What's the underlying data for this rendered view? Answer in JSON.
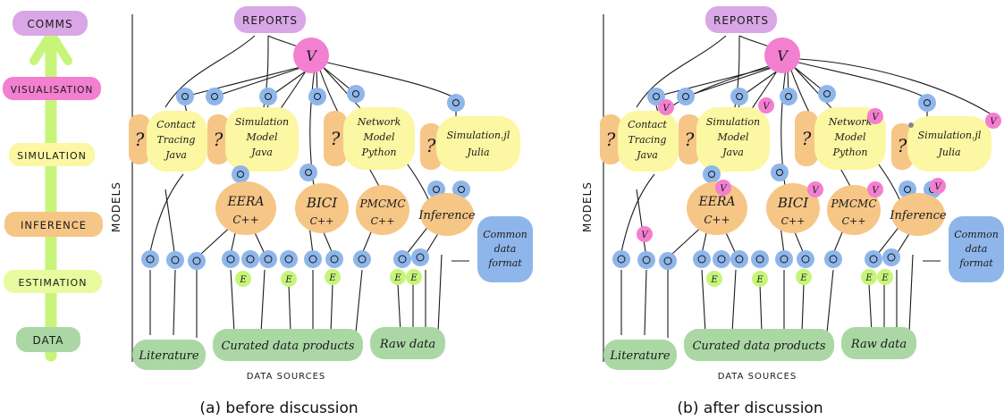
{
  "legend": {
    "levels": [
      "COMMS",
      "VISUALISATION",
      "SIMULATION",
      "INFERENCE",
      "ESTIMATION",
      "DATA"
    ],
    "colors": [
      "#d9a6e6",
      "#f37fd0",
      "#fbf7a2",
      "#f6c687",
      "#e9fb9f",
      "#abd7a5"
    ],
    "arrow_color": "#c6f57a"
  },
  "panels": [
    {
      "caption": "(a) before discussion",
      "reports": "REPORTS",
      "vis_hub": "V",
      "models_label": "MODELS",
      "sim_models": [
        {
          "lines": [
            "Contact",
            "Tracing",
            "Java"
          ]
        },
        {
          "lines": [
            "Simulation",
            "Model",
            "Java"
          ]
        },
        {
          "lines": [
            "Network",
            "Model",
            "Python"
          ]
        },
        {
          "lines": [
            "Simulation.jl",
            "Julia"
          ]
        }
      ],
      "unknown_marker": "?",
      "inference_models": [
        {
          "lines": [
            "EERA",
            "C++"
          ]
        },
        {
          "lines": [
            "BICI",
            "C++"
          ]
        },
        {
          "lines": [
            "PMCMC",
            "C++"
          ]
        },
        {
          "lines": [
            "Inference"
          ]
        }
      ],
      "common_format": [
        "Common",
        "data",
        "format"
      ],
      "estimation_marker": "E",
      "sources": [
        "Literature",
        "Curated data products",
        "Raw data"
      ],
      "sources_label": "DATA SOURCES",
      "extra_vis": []
    },
    {
      "caption": "(b) after discussion",
      "reports": "REPORTS",
      "vis_hub": "V",
      "models_label": "MODELS",
      "sim_models": [
        {
          "lines": [
            "Contact",
            "Tracing",
            "Java"
          ]
        },
        {
          "lines": [
            "Simulation",
            "Model",
            "Java"
          ]
        },
        {
          "lines": [
            "Network",
            "Model",
            "Python"
          ]
        },
        {
          "lines": [
            "Simulation.jl",
            "Julia"
          ]
        }
      ],
      "unknown_marker": "?",
      "inference_models": [
        {
          "lines": [
            "EERA",
            "C++"
          ]
        },
        {
          "lines": [
            "BICI",
            "C++"
          ]
        },
        {
          "lines": [
            "PMCMC",
            "C++"
          ]
        },
        {
          "lines": [
            "Inference"
          ]
        }
      ],
      "common_format": [
        "Common",
        "data",
        "format"
      ],
      "estimation_marker": "E",
      "sources": [
        "Literature",
        "Curated data products",
        "Raw data"
      ],
      "sources_label": "DATA SOURCES",
      "extra_vis": [
        "V",
        "V",
        "V",
        "V",
        "V",
        "V",
        "V",
        "V",
        "V"
      ]
    }
  ]
}
